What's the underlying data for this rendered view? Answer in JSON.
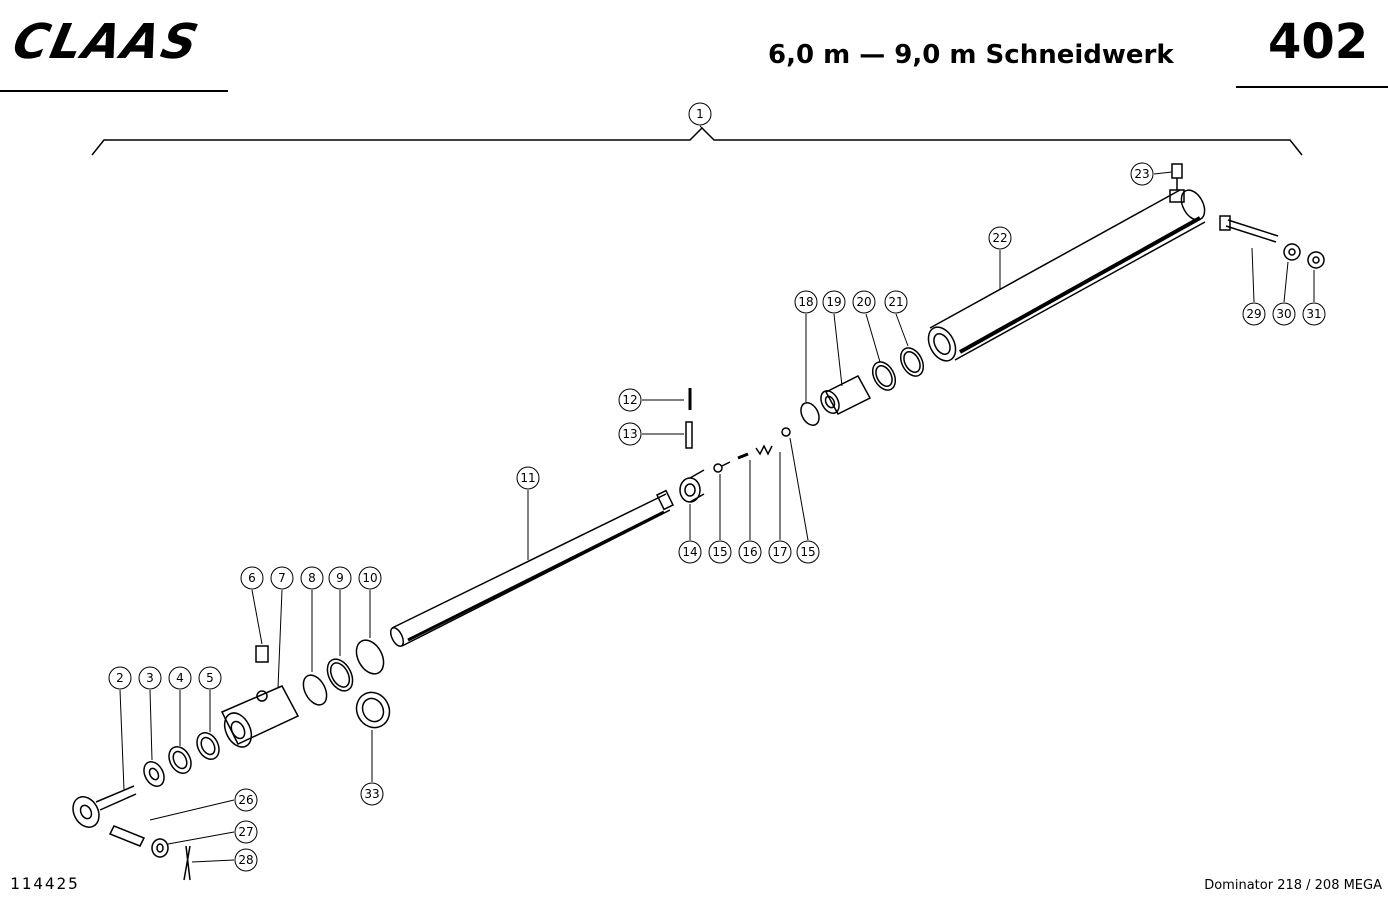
{
  "header": {
    "brand": "CLAAS",
    "title": "6,0 m — 9,0 m Schneidwerk",
    "page_number": "402"
  },
  "footer": {
    "drawing_number": "114425",
    "model": "Dominator 218 / 208 MEGA"
  },
  "callouts": {
    "p1": "1",
    "p2": "2",
    "p3": "3",
    "p4": "4",
    "p5": "5",
    "p6": "6",
    "p7": "7",
    "p8": "8",
    "p9": "9",
    "p10": "10",
    "p11": "11",
    "p12": "12",
    "p13": "13",
    "p14": "14",
    "p15a": "15",
    "p15b": "15",
    "p16": "16",
    "p17": "17",
    "p18": "18",
    "p19": "19",
    "p20": "20",
    "p21": "21",
    "p22": "22",
    "p23": "23",
    "p26": "26",
    "p27": "27",
    "p28": "28",
    "p29": "29",
    "p30": "30",
    "p31": "31",
    "p33": "33"
  }
}
